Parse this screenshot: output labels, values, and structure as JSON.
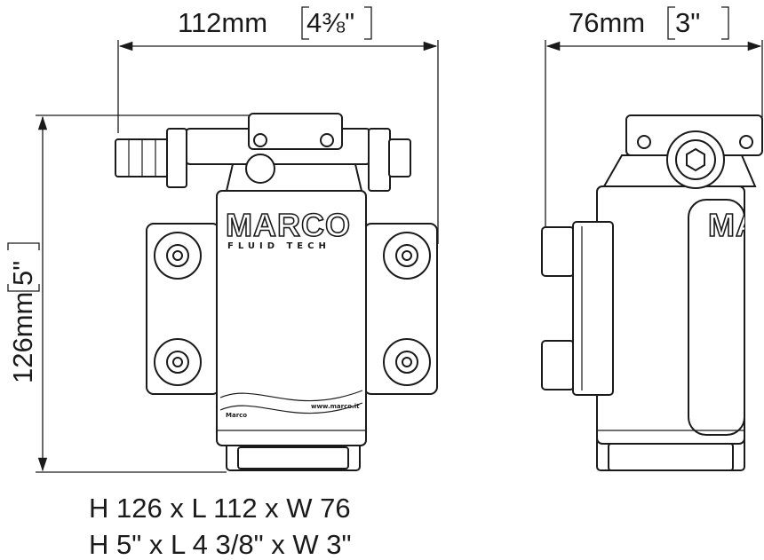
{
  "dimensions": {
    "width_front": {
      "metric": "112mm",
      "imperial": "4⅜\""
    },
    "width_side": {
      "metric": "76mm",
      "imperial": "3\""
    },
    "height": {
      "metric": "126mm",
      "imperial": "5\""
    }
  },
  "caption": {
    "metric_line": "H 126 x L 112 x W 76",
    "imperial_line": "H 5\" x L 4 3/8\" x W 3\""
  },
  "logo": {
    "brand": "MARCO",
    "sub": "FLUID TECH"
  },
  "labels": {
    "left_small": "Marco",
    "right_small": "www.marco.it"
  }
}
